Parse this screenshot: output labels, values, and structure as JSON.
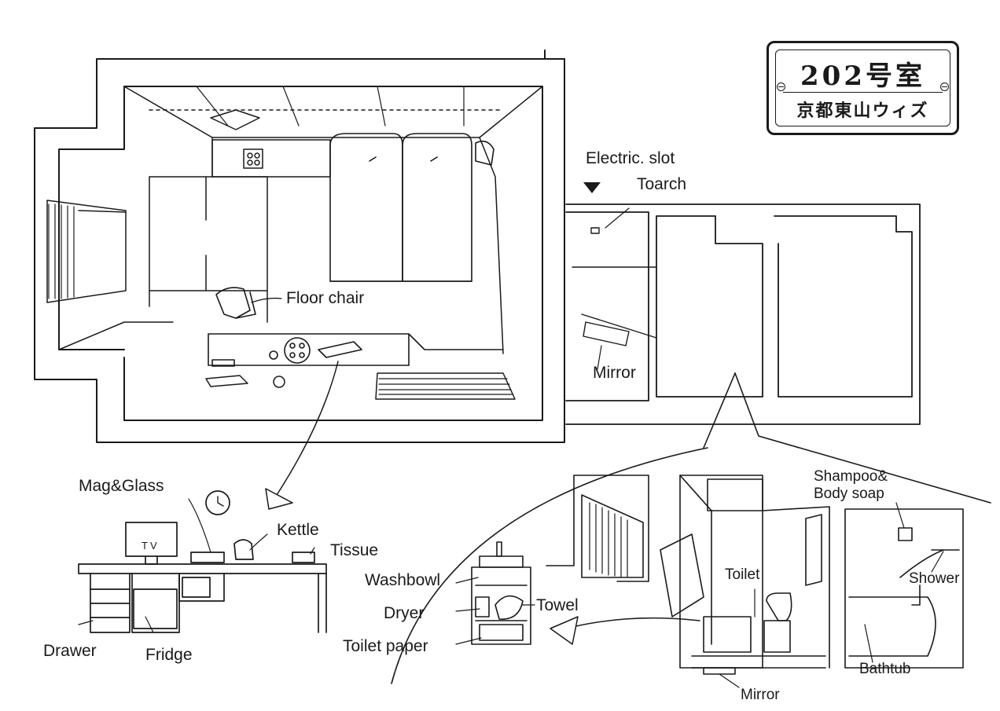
{
  "room_plate": {
    "title": "202号室",
    "subtitle": "京都東山ウィズ"
  },
  "labels": {
    "electric_slot": "Electric. slot",
    "toarch": "Toarch",
    "floor_chair": "Floor chair",
    "mirror_entrance": "Mirror",
    "mag_glass": "Mag&Glass",
    "kettle": "Kettle",
    "tissue": "Tissue",
    "tv": "TV",
    "drawer": "Drawer",
    "fridge": "Fridge",
    "washbowl": "Washbowl",
    "dryer": "Dryer",
    "towel": "Towel",
    "toilet_paper": "Toilet paper",
    "toilet": "Toilet",
    "mirror_bath": "Mirror",
    "shampoo": "Shampoo&",
    "body_soap": "Body soap",
    "shower": "Shower",
    "bathtub": "Bathtub"
  }
}
